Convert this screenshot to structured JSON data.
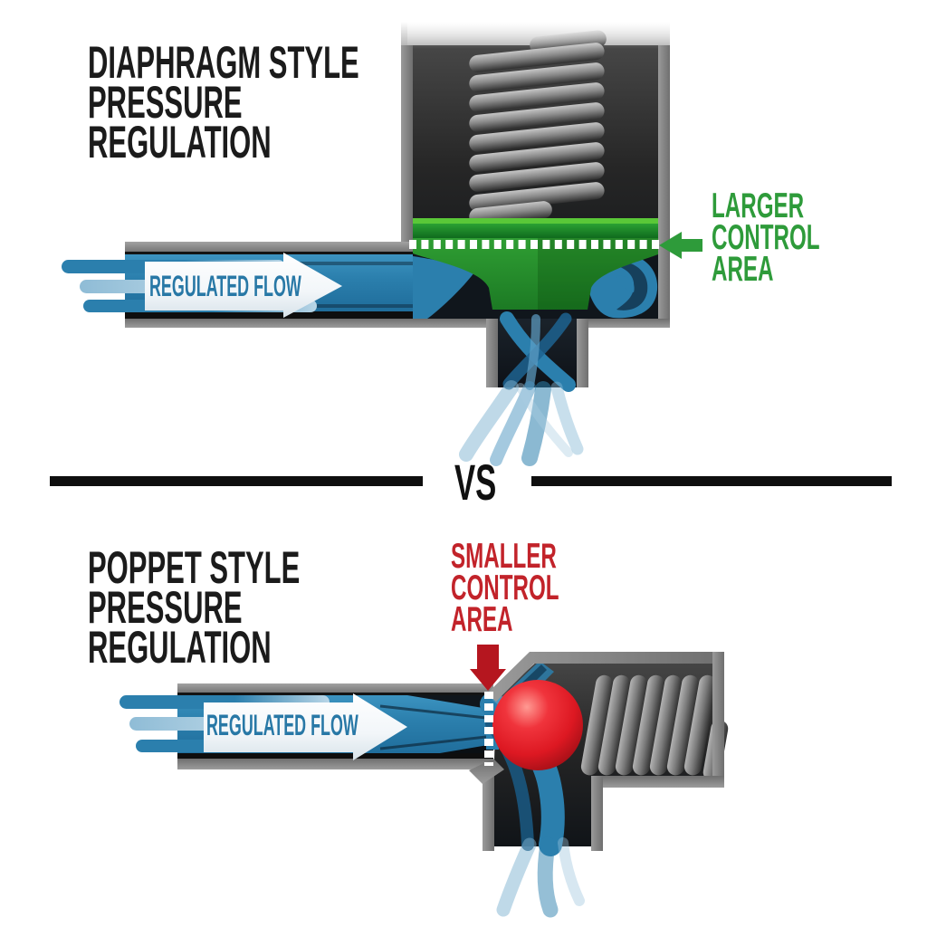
{
  "top": {
    "title": [
      "DIAPHRAGM STYLE",
      "PRESSURE",
      "REGULATION"
    ],
    "callout": [
      "LARGER",
      "CONTROL",
      "AREA"
    ],
    "flow_label": "REGULATED FLOW"
  },
  "divider": {
    "label": "VS"
  },
  "bottom": {
    "title": [
      "POPPET STYLE",
      "PRESSURE",
      "REGULATION"
    ],
    "callout": [
      "SMALLER",
      "CONTROL",
      "AREA"
    ],
    "flow_label": "REGULATED FLOW"
  },
  "colors": {
    "green_accent": "#2e9b3a",
    "red_accent": "#c2232a",
    "flow_blue": "#2b7fad",
    "flow_label_blue": "#2878a6",
    "title_black": "#1b1b1b",
    "pipe_gray": "#838383",
    "diaphragm_green": "#2ba133",
    "poppet_red": "#e02128"
  }
}
